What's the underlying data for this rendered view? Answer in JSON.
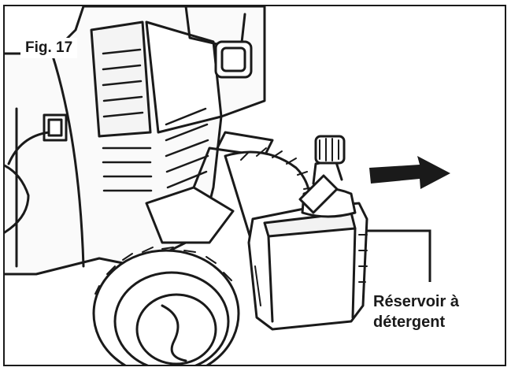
{
  "figure": {
    "label": "Fig. 17"
  },
  "callout": {
    "line1": "Réservoir à",
    "line2": "détergent"
  },
  "colors": {
    "ink": "#1a1a1a",
    "background": "#ffffff",
    "shade": "#e6e6e6"
  },
  "icons": {
    "direction": "arrow-right-icon"
  }
}
